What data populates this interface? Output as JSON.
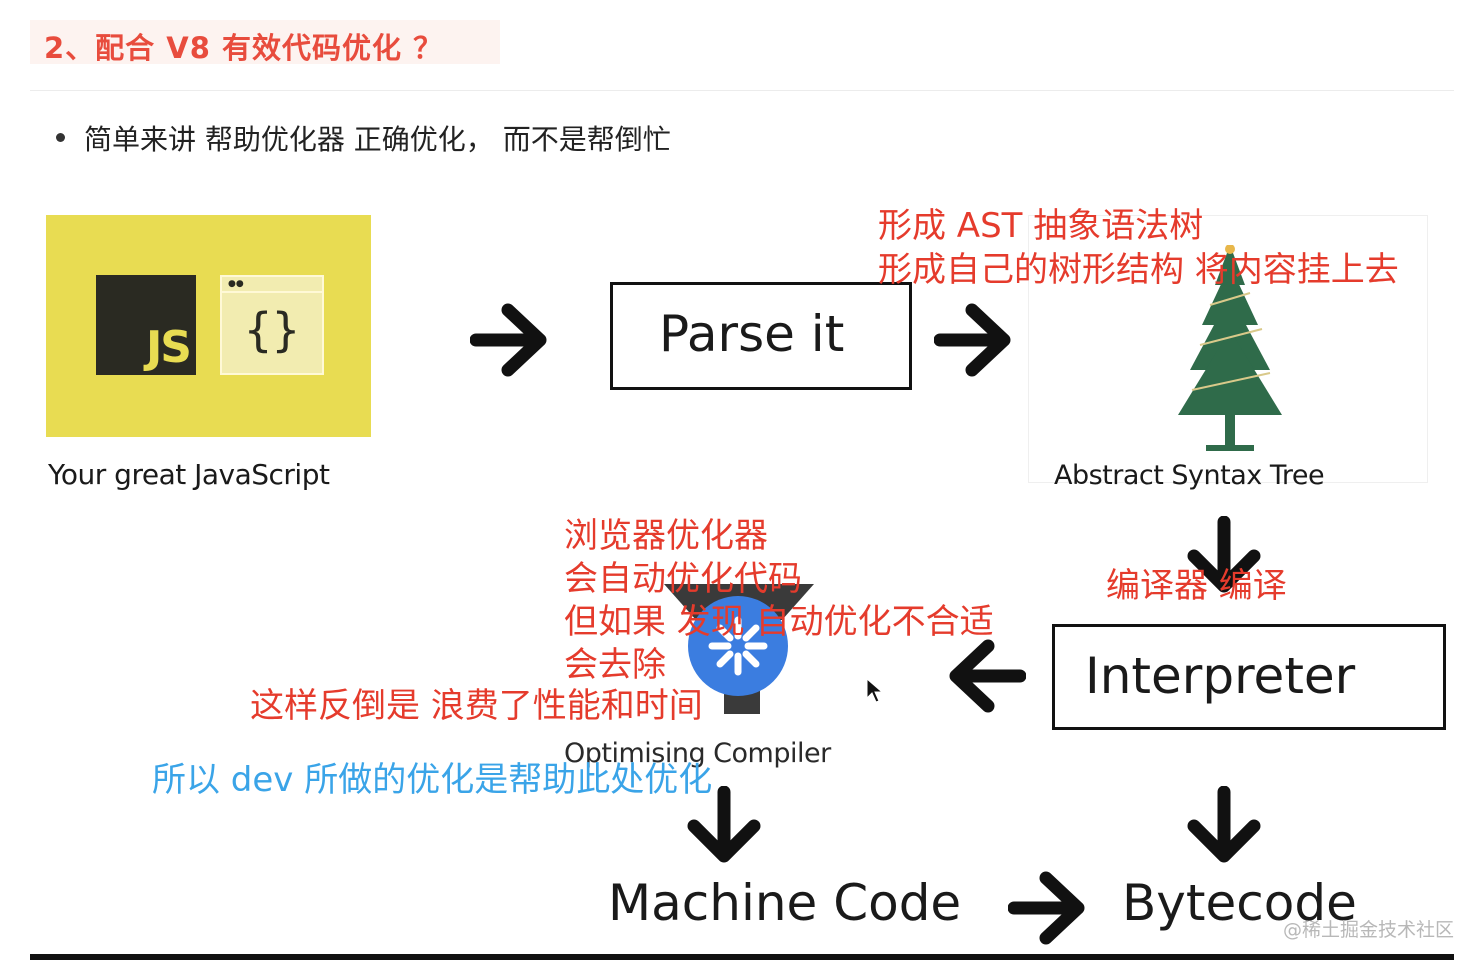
{
  "heading": "2、配合  V8  有效代码优化  ？",
  "bullet": "简单来讲 帮助优化器 正确优化，  而不是帮倒忙",
  "diagram": {
    "js_logo_text": "JS",
    "code_braces": "{}",
    "code_window_dots": "●●",
    "js_caption": "Your great JavaScript",
    "parse_label": "Parse it",
    "ast_caption": "Abstract Syntax Tree",
    "interpreter_label": "Interpreter",
    "compiler_caption": "Optimising Compiler",
    "machine_code_label": "Machine Code",
    "bytecode_label": "Bytecode"
  },
  "annotations": {
    "ast_line1": "形成 AST 抽象语法树",
    "ast_line2": "形成自己的树形结构 将内容挂上去",
    "compiler_note": "编译器 编译",
    "optimizer_line1": "浏览器优化器",
    "optimizer_line2": "会自动优化代码",
    "optimizer_line3": "但如果 发现 自动优化不合适",
    "optimizer_line4": "会去除",
    "waste_note": "这样反倒是 浪费了性能和时间",
    "dev_note": "所以 dev 所做的优化是帮助此处优化"
  },
  "watermark": "@稀土掘金技术社区",
  "colors": {
    "heading_red": "#e84c3d",
    "annotation_red": "#e53b2c",
    "annotation_blue": "#3aa4e8",
    "js_yellow": "#e8dc52",
    "tree_green": "#2f6b4a",
    "compiler_blue": "#3b7de0"
  }
}
